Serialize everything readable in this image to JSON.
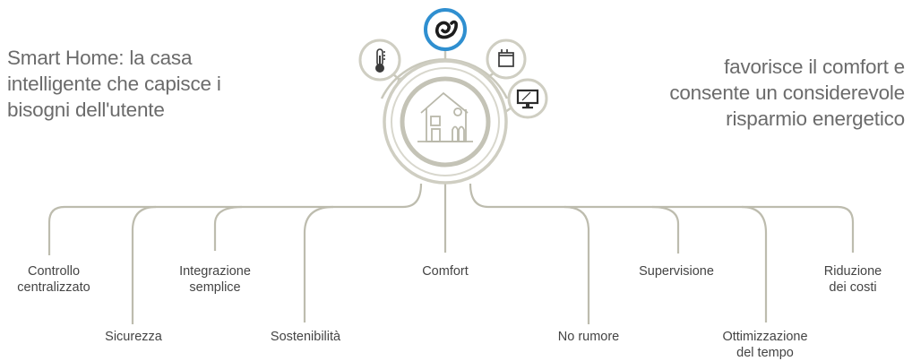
{
  "intro_left": [
    "Smart Home: la casa",
    "intelligente che capisce i",
    "bisogni dell'utente"
  ],
  "intro_right": [
    "favorisce il comfort e",
    "consente un considerevole",
    "risparmio energetico"
  ],
  "center_icon": "house-icon",
  "satellite_icons": [
    "thermometer-icon",
    "brand-swirl-icon",
    "appliance-icon",
    "monitor-icon"
  ],
  "colors": {
    "branch": "#bdbcae",
    "ring": "#c9c8bb",
    "accent": "#2f8fd0",
    "icon": "#3a3a3a"
  },
  "features": [
    {
      "lines": [
        "Controllo",
        "centralizzato"
      ]
    },
    {
      "lines": [
        "Sicurezza"
      ]
    },
    {
      "lines": [
        "Integrazione",
        "semplice"
      ]
    },
    {
      "lines": [
        "Sostenibilità"
      ]
    },
    {
      "lines": [
        "Comfort"
      ]
    },
    {
      "lines": [
        "No rumore"
      ]
    },
    {
      "lines": [
        "Supervisione"
      ]
    },
    {
      "lines": [
        "Ottimizzazione",
        "del tempo"
      ]
    },
    {
      "lines": [
        "Riduzione",
        "dei costi"
      ]
    }
  ]
}
